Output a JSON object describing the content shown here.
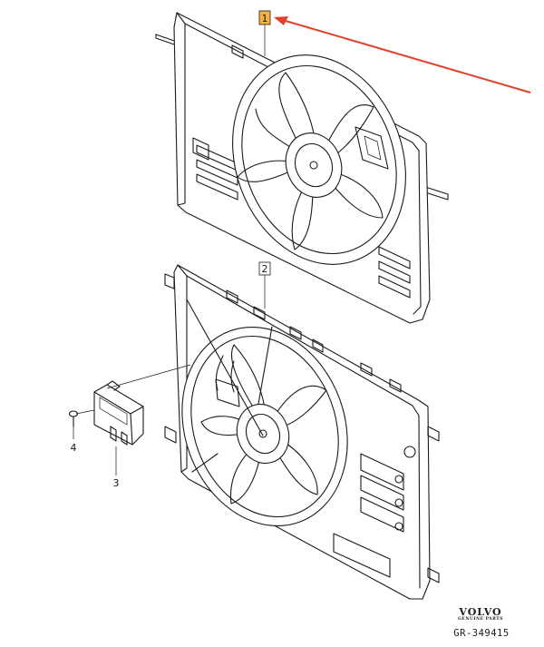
{
  "callouts": [
    {
      "number": "1",
      "highlighted": true
    },
    {
      "number": "2",
      "highlighted": false
    },
    {
      "number": "3",
      "highlighted": false
    },
    {
      "number": "4",
      "highlighted": false
    }
  ],
  "brand": {
    "name": "VOLVO",
    "tagline": "GENUINE PARTS"
  },
  "drawing_number": "GR-349415",
  "colors": {
    "line": "#1a1a1a",
    "highlight": "#f5b342",
    "arrow": "#e0412b",
    "background": "#ffffff"
  }
}
